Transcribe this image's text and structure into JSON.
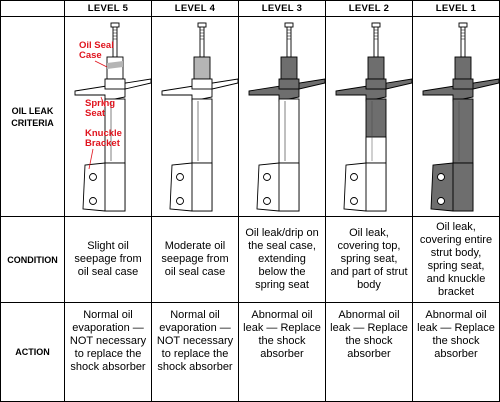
{
  "levels": [
    "LEVEL 5",
    "LEVEL 4",
    "LEVEL 3",
    "LEVEL 2",
    "LEVEL 1"
  ],
  "row_labels": {
    "criteria": "OIL LEAK CRITERIA",
    "condition": "CONDITION",
    "action": "ACTION"
  },
  "callouts": {
    "oil_seal": "Oil Seal Case",
    "spring_seat": "Spring Seat",
    "knuckle": "Knuckle Bracket"
  },
  "conditions": [
    "Slight oil seepage from oil seal case",
    "Moderate oil seepage from oil seal case",
    "Oil leak/drip on the seal case, extending below the spring seat",
    "Oil leak, covering top, spring seat, and part of strut body",
    "Oil leak, covering entire strut body, spring seat, and knuckle bracket"
  ],
  "actions": [
    "Normal oil evaporation — NOT necessary to replace the shock absorber",
    "Normal oil evaporation — NOT necessary to replace the shock absorber",
    "Abnormal oil leak — Replace the shock absorber",
    "Abnormal oil leak — Replace the shock absorber",
    "Abnormal oil leak — Replace the shock absorber"
  ],
  "colors": {
    "callout": "#e0141e",
    "oil": "#6e6e6e",
    "oil_light": "#b5b5b5",
    "strut": "#ffffff",
    "line": "#000000"
  },
  "oil_extent": [
    "slight-seal",
    "moderate-seal",
    "seal-below-seat",
    "top-seat-body",
    "entire-strut"
  ]
}
